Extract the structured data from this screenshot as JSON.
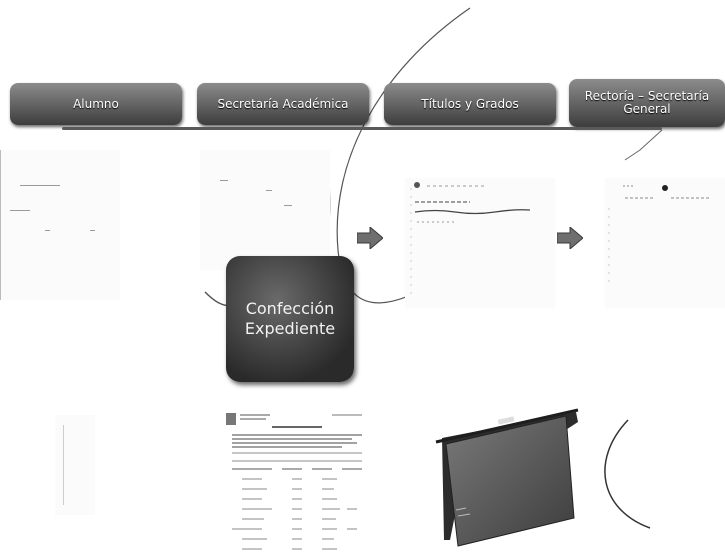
{
  "stages": [
    {
      "label": "Alumno"
    },
    {
      "label": "Secretaría Académica"
    },
    {
      "label": "Títulos y Grados"
    },
    {
      "label": "Rectoría – Secretaría General"
    }
  ],
  "center_box": {
    "label_line1": "Confección",
    "label_line2": "Expediente"
  }
}
